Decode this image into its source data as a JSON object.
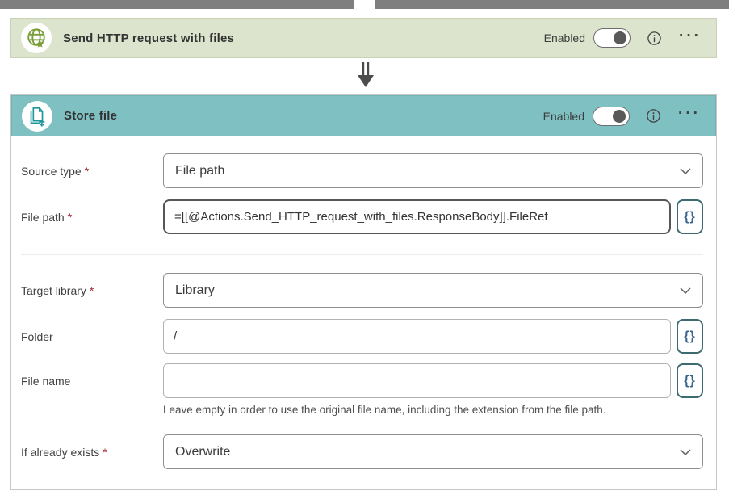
{
  "colors": {
    "header_green": "#dce4cd",
    "header_teal": "#7fc1c2",
    "icon_green": "#7a9e3a",
    "icon_teal": "#1f969c",
    "required_red": "#a4262c",
    "braces_accent": "#3d6b70",
    "top_bar_gray": "#7f7f7f",
    "toggle_knob": "#595959"
  },
  "http_card": {
    "title": "Send HTTP request with files",
    "enabled_label": "Enabled",
    "more_label": "···"
  },
  "store_card": {
    "title": "Store file",
    "enabled_label": "Enabled",
    "more_label": "···",
    "required_marker": "*",
    "braces_label": "{}",
    "rows": {
      "source_type": {
        "label": "Source type",
        "value": "File path"
      },
      "file_path": {
        "label": "File path",
        "value": "=[[@Actions.Send_HTTP_request_with_files.ResponseBody]].FileRef"
      },
      "target_library": {
        "label": "Target library",
        "value": "Library"
      },
      "folder": {
        "label": "Folder",
        "value": "/"
      },
      "file_name": {
        "label": "File name",
        "value": ""
      },
      "if_already_exists": {
        "label": "If already exists",
        "value": "Overwrite"
      }
    },
    "file_name_hint": "Leave empty in order to use the original file name, including the extension from the file path."
  }
}
